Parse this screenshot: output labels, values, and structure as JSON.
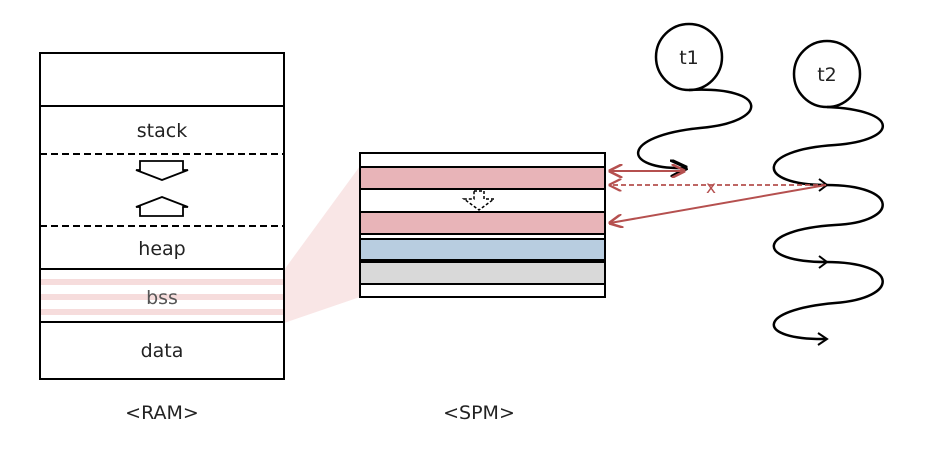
{
  "ram": {
    "caption": "<RAM>",
    "stack_label": "stack",
    "heap_label": "heap",
    "bss_label": "bss",
    "data_label": "data"
  },
  "spm": {
    "caption": "<SPM>"
  },
  "threads": {
    "t1_label": "t1",
    "t2_label": "t2",
    "blocked_marker": "x"
  },
  "colors": {
    "pink": "#e8b4b8",
    "blue": "#b8cde0",
    "gray": "#d9d9d9",
    "bss_stripe": "#f6dcdc",
    "projection": "#f9e6e6",
    "arrow_red": "#b5504f",
    "line": "#000000"
  }
}
